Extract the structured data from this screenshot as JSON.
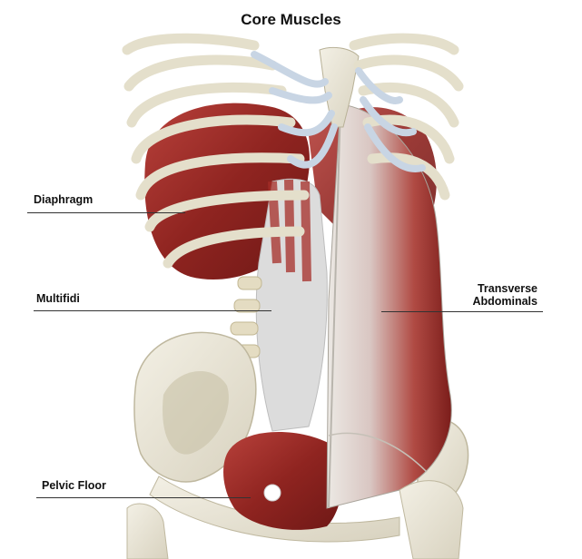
{
  "title": "Core Muscles",
  "labels": {
    "diaphragm": "Diaphragm",
    "multifidi": "Multifidi",
    "transverse_line1": "Transverse",
    "transverse_line2": "Abdominals",
    "pelvic_floor": "Pelvic Floor"
  },
  "colors": {
    "muscle_red": "#9e2a26",
    "muscle_dark": "#6e1816",
    "bone": "#e9e5d6",
    "cartilage": "#d7e1ec",
    "fascia": "#e6e6e6"
  }
}
